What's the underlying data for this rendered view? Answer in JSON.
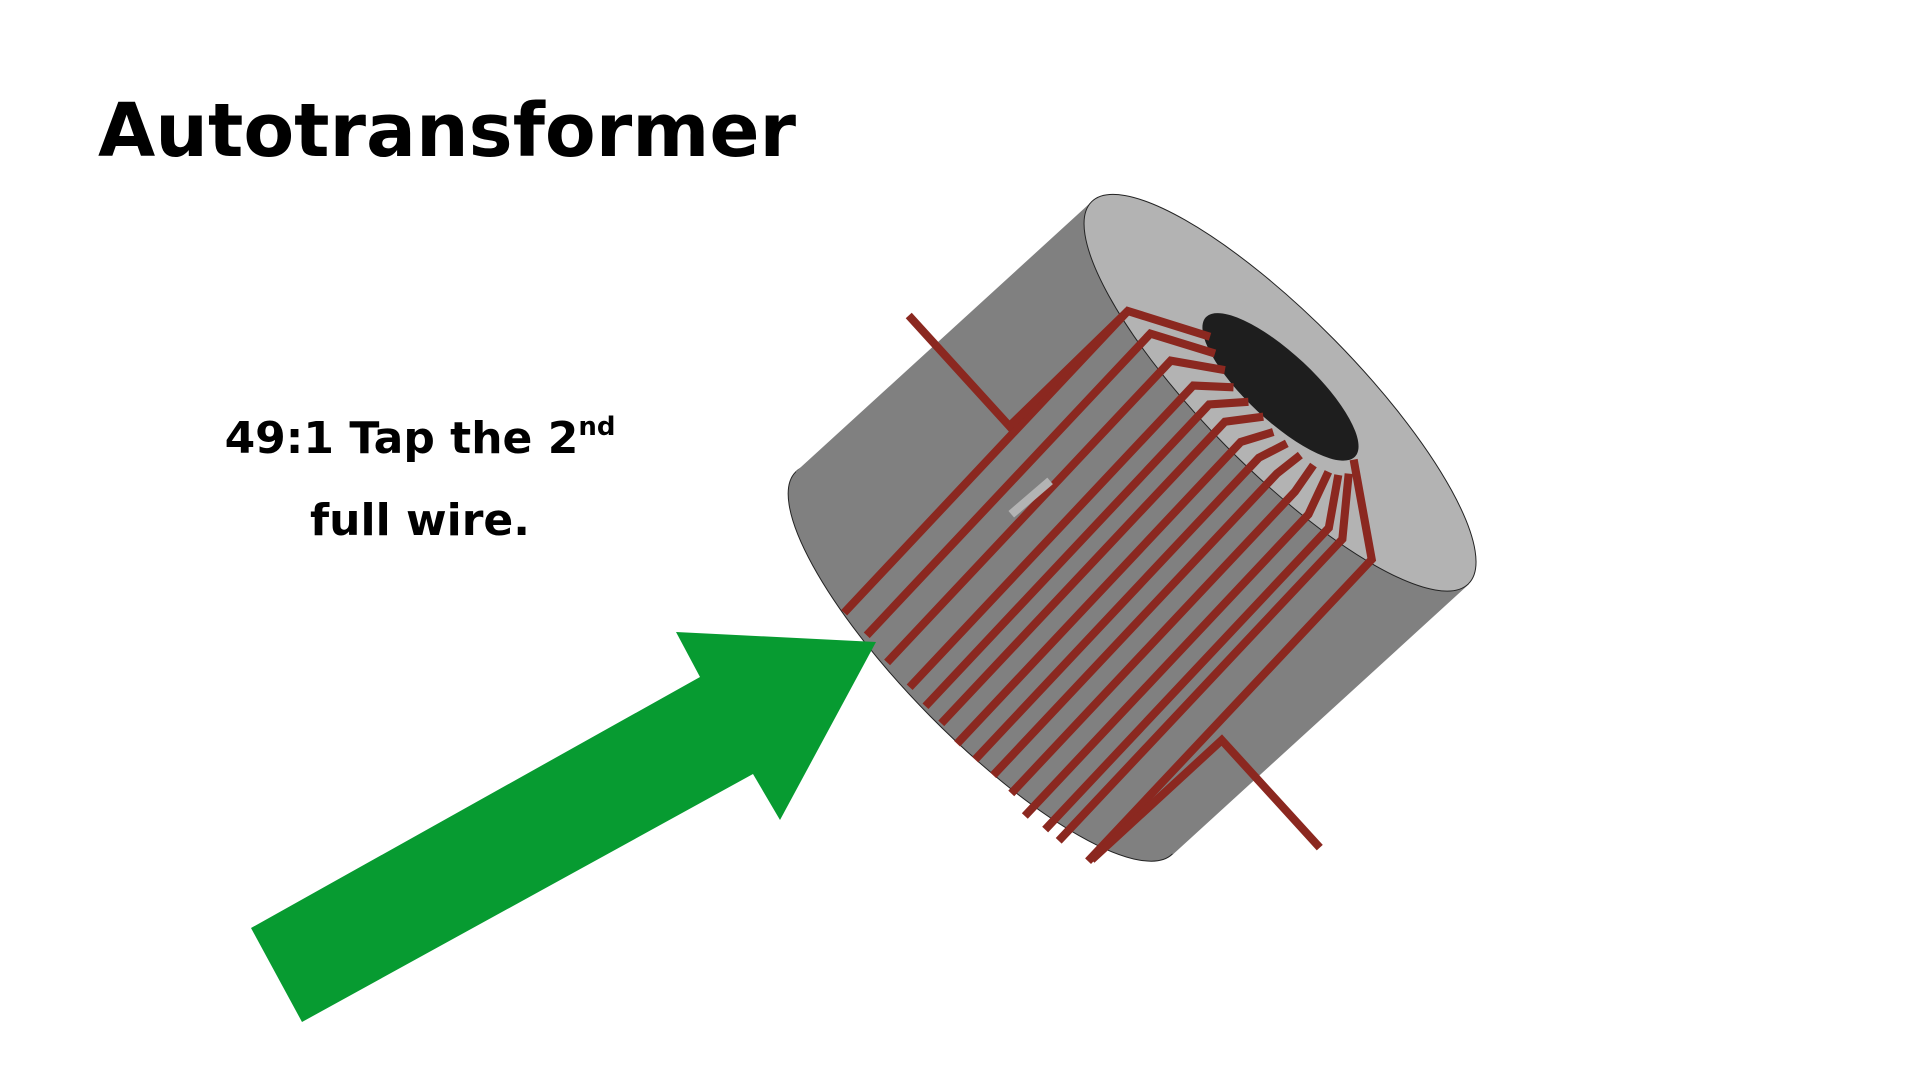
{
  "slide": {
    "title": "Autotransformer",
    "note_line1": "49:1 Tap the 2",
    "note_sup": "nd",
    "note_line2": "full wire."
  },
  "diagram": {
    "wire_count": 14,
    "colors": {
      "wire": "#8b2820",
      "core_side": "#808080",
      "core_face": "#b3b3b3",
      "core_hole": "#1e1e1e",
      "arrow": "#079b31"
    }
  }
}
